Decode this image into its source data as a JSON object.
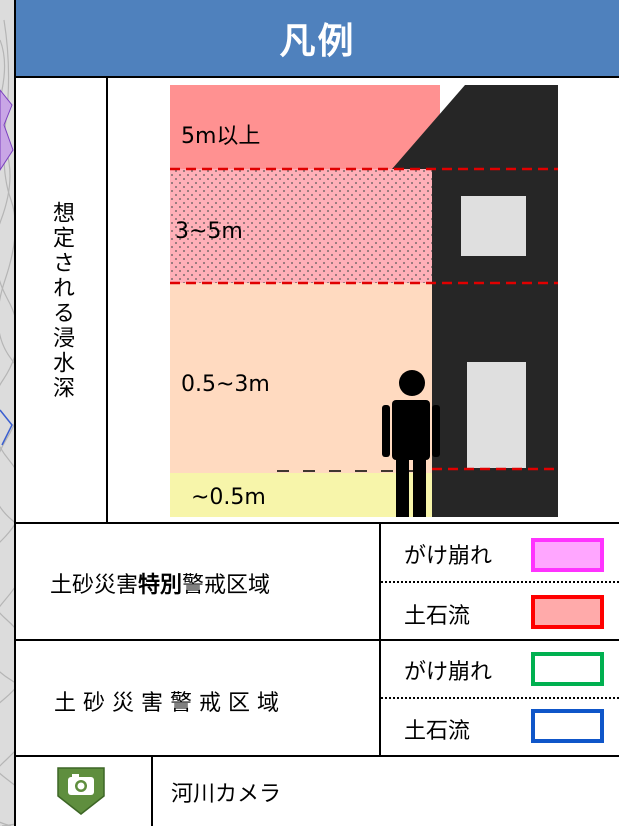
{
  "header": {
    "title": "凡例"
  },
  "depth_section": {
    "title": "想定される浸水深",
    "zones": [
      {
        "label": "5m以上",
        "color": "#ff9191"
      },
      {
        "label": "3~5m",
        "color": "#ffb0b8"
      },
      {
        "label": "0.5~3m",
        "color": "#ffdac0"
      },
      {
        "label": "~0.5m",
        "color": "#f7f5aa"
      }
    ]
  },
  "sediment_special": {
    "label_normal_1": "土砂災害",
    "label_bold": "特別",
    "label_normal_2": "警戒区域",
    "items": [
      {
        "label": "がけ崩れ",
        "border": "#ff33ff",
        "fill": "#ffa6ff"
      },
      {
        "label": "土石流",
        "border": "#ff0000",
        "fill": "#ffaaaa"
      }
    ]
  },
  "sediment_warning": {
    "label": "土 砂 災 害 警 戒 区 域",
    "items": [
      {
        "label": "がけ崩れ",
        "border": "#00b050",
        "fill": "#ffffff"
      },
      {
        "label": "土石流",
        "border": "#0f56c9",
        "fill": "#ffffff"
      }
    ]
  },
  "camera": {
    "label": "河川カメラ",
    "icon": "camera-icon",
    "color": "#5f8e3e"
  }
}
